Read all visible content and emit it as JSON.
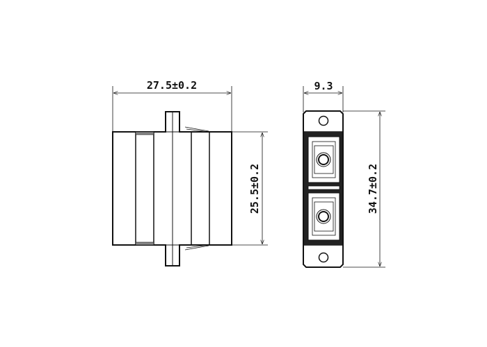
{
  "side_view": {
    "width_dimension": "27.5±0.2",
    "height_dimension": "25.5±0.2"
  },
  "front_view": {
    "width_dimension": "9.3",
    "height_dimension": "34.7±0.2"
  },
  "colors": {
    "line": "#111111",
    "background": "#ffffff"
  }
}
